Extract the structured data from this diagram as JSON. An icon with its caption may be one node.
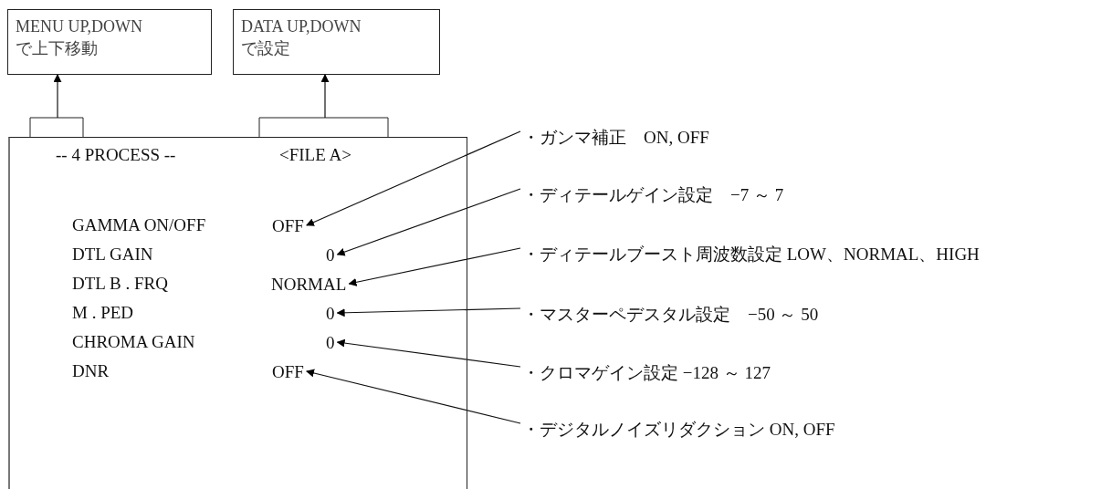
{
  "diagram": {
    "nodes": [
      {
        "text": [
          "MENU UP,DOWN で上下移動"
        ]
      },
      {
        "text": [
          "DATA UP,DOWN で設定"
        ]
      },
      {
        "text": [
          "-- 4 PROCESS --",
          "<FILE A>",
          "GAMMA ON/OFF",
          "DTL GAIN",
          "DTL B . FRQ",
          "M . PED",
          "CHROMA GAIN",
          "DNR"
        ]
      },
      {
        "text": [
          "OFF"
        ],
        "in": 2
      },
      {
        "text": [
          "0"
        ],
        "in": 2
      },
      {
        "text": [
          "NORMAL"
        ],
        "in": 2
      },
      {
        "text": [
          "0"
        ],
        "in": 2
      },
      {
        "text": [
          "0"
        ],
        "in": 2
      },
      {
        "text": [
          "OFF"
        ],
        "in": 2
      },
      {
        "text": [
          "・ガンマ補正　ON, OFF"
        ]
      },
      {
        "text": [
          "・ディテールゲイン設定　−7 ～ 7"
        ]
      },
      {
        "text": [
          "・ディテールブースト周波数設定 LOW、NORMAL、HIGH"
        ]
      },
      {
        "text": [
          "・マスターペデスタル設定　−50 ～ 50"
        ]
      },
      {
        "text": [
          "・クロマゲイン設定 −128 ～ 127"
        ]
      },
      {
        "text": [
          "・デジタルノイズリダクション ON, OFF"
        ]
      }
    ],
    "edges": [
      {
        "from": 2,
        "to": 0,
        "arrow": "to"
      },
      {
        "from": 2,
        "to": 1,
        "arrow": "to"
      },
      {
        "from": 9,
        "to": 3,
        "arrow": "to"
      },
      {
        "from": 10,
        "to": 4,
        "arrow": "to"
      },
      {
        "from": 11,
        "to": 5,
        "arrow": "to"
      },
      {
        "from": 12,
        "to": 6,
        "arrow": "to"
      },
      {
        "from": 13,
        "to": 7,
        "arrow": "to"
      },
      {
        "from": 14,
        "to": 8,
        "arrow": "to"
      }
    ]
  }
}
